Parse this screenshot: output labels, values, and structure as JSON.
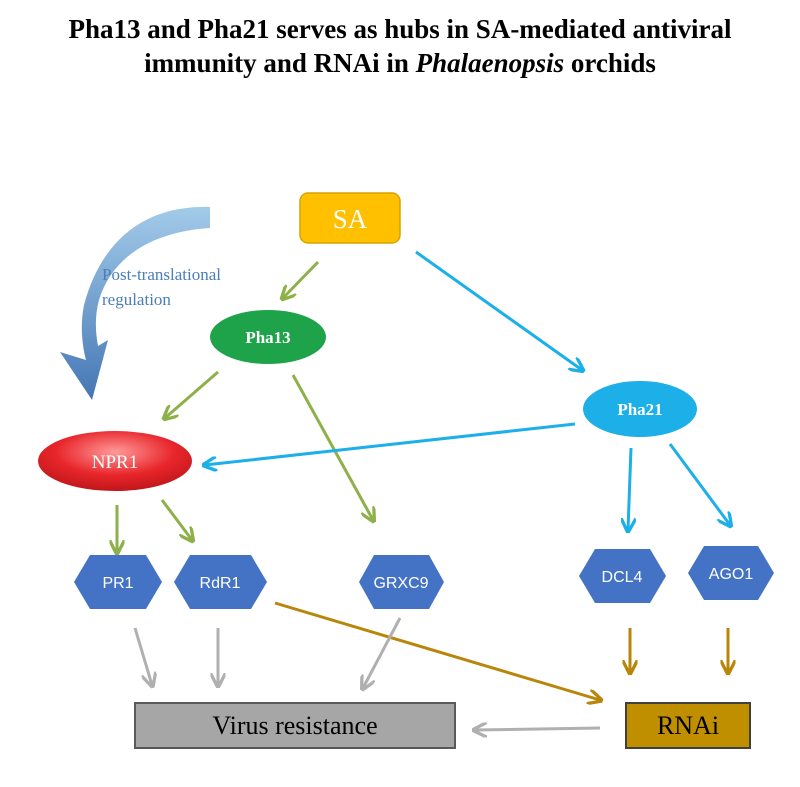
{
  "title": {
    "line1": "Pha13 and Pha21 serves as hubs in SA-mediated antiviral",
    "line2_pre": "immunity and RNAi in ",
    "line2_italic": "Phalaenopsis",
    "line2_post": " orchids"
  },
  "nodes": {
    "sa": "SA",
    "pha13": "Pha13",
    "pha21": "Pha21",
    "npr1": "NPR1",
    "pr1": "PR1",
    "rdr1": "RdR1",
    "grxc9": "GRXC9",
    "dcl4": "DCL4",
    "ago1": "AGO1",
    "virus_resistance": "Virus resistance",
    "rnai": "RNAi"
  },
  "annotation": {
    "line1": "Post-translational",
    "line2": "regulation"
  },
  "colors": {
    "sa_fill": "#FFC000",
    "pha13_fill": "#1FA34A",
    "pha21_fill": "#1CAFE8",
    "npr1_fill": "#E8262B",
    "hexagon_fill": "#4472C4",
    "virus_box_fill": "#A6A6A6",
    "rnai_box_fill": "#BF8F00",
    "green_arrow": "#8DB04A",
    "blue_arrow": "#1CAFE8",
    "gold_arrow": "#B8860B",
    "gray_arrow": "#B0B0B0",
    "curve_arrow": "#4A86C8",
    "annotation_text": "#4A7EBB"
  }
}
